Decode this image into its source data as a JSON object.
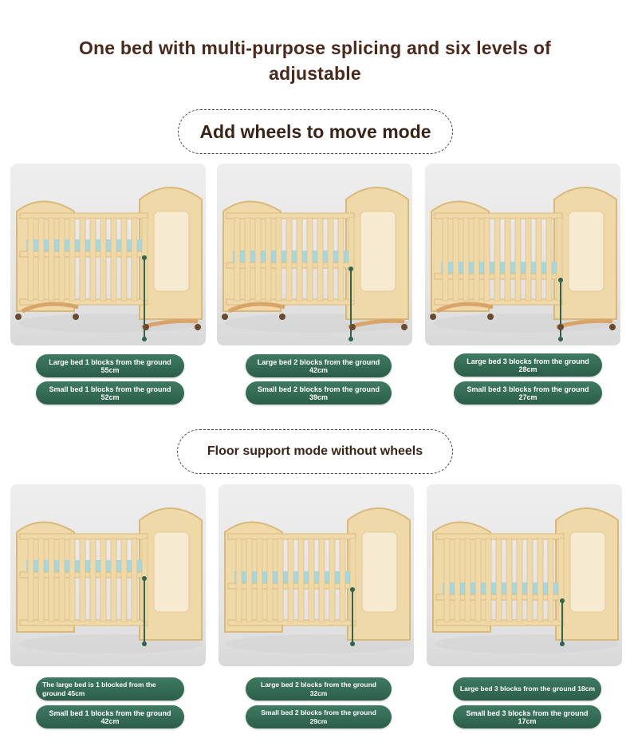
{
  "heading": "One bed with multi-purpose splicing and six levels of adjustable",
  "section1": {
    "title": "Add wheels to move mode",
    "cards": [
      {
        "large": "Large bed 1 blocks from the ground 55cm",
        "small": "Small bed 1 blocks from the ground 52cm"
      },
      {
        "large": "Large bed 2 blocks from the ground 42cm",
        "small": "Small bed 2 blocks from the ground 39cm"
      },
      {
        "large": "Large bed 3 blocks from the ground 28cm",
        "small": "Small bed 3 blocks from the ground 27cm"
      }
    ]
  },
  "section2": {
    "title": "Floor support mode without wheels",
    "cards": [
      {
        "large": "The large bed is 1 blocked from the ground 45cm",
        "small": "Small bed 1 blocks from the ground 42cm"
      },
      {
        "large": "Large bed 2 blocks from the ground 32cm",
        "small": "Small bed 2 blocks from the ground 29cm"
      },
      {
        "large": "Large bed 3 blocks from the ground 18cm",
        "small": "Small bed 3 blocks from the ground 17cm"
      }
    ]
  },
  "colors": {
    "heading": "#4a2a1c",
    "tag": "#2f6550",
    "wood": "#f0d9a8",
    "mattress": "#9fd8e6"
  }
}
